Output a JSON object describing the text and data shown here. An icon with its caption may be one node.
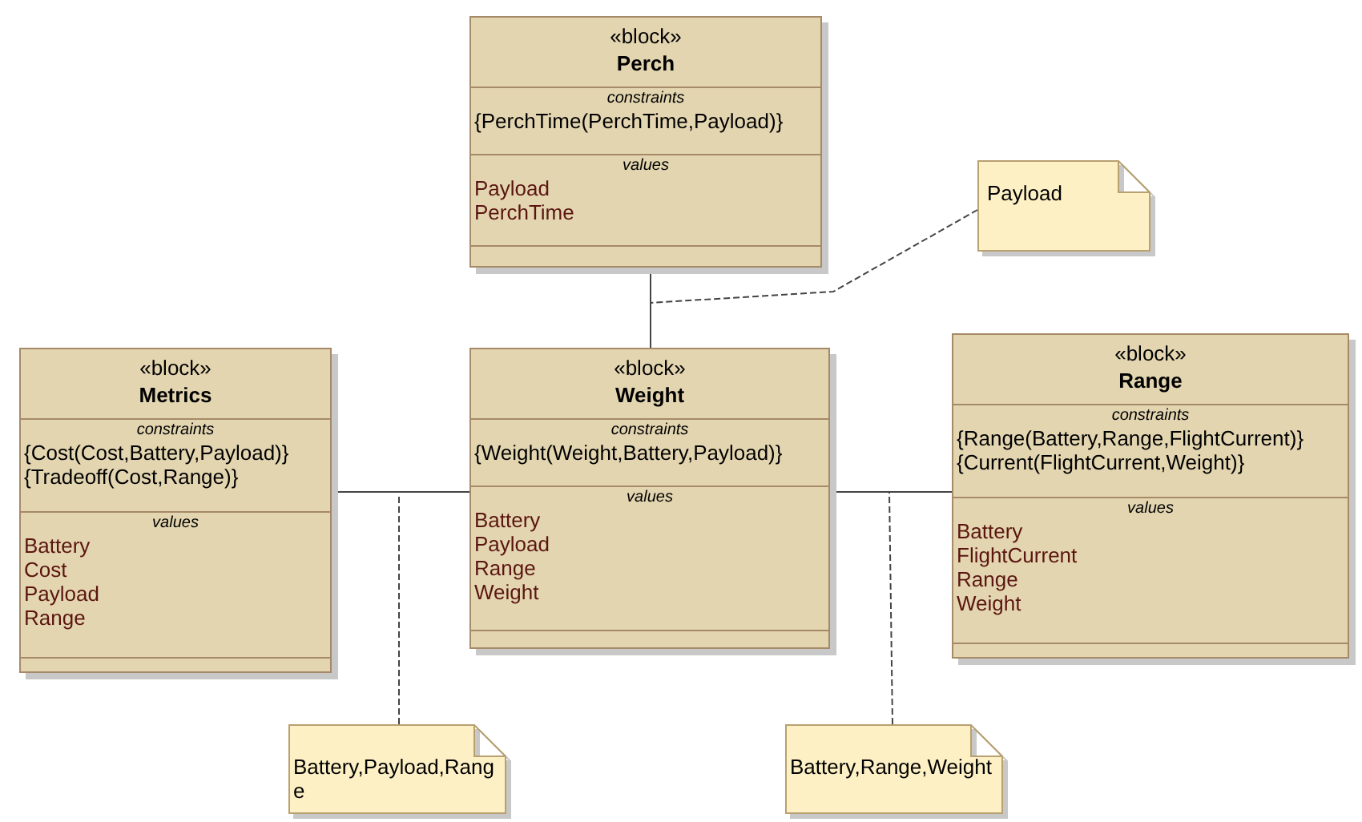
{
  "diagram": {
    "nodes": [
      {
        "text": [
          "«block»",
          "Perch",
          "constraints",
          "{PerchTime(PerchTime,Payload)}",
          "values",
          "Payload",
          "PerchTime"
        ]
      },
      {
        "text": [
          "Payload"
        ]
      },
      {
        "text": [
          "«block»",
          "Metrics",
          "constraints",
          "{Cost(Cost,Battery,Payload)}",
          "{Tradeoff(Cost,Range)}",
          "values",
          "Battery",
          "Cost",
          "Payload",
          "Range"
        ]
      },
      {
        "text": [
          "«block»",
          "Weight",
          "constraints",
          "{Weight(Weight,Battery,Payload)}",
          "values",
          "Battery",
          "Payload",
          "Range",
          "Weight"
        ]
      },
      {
        "text": [
          "«block»",
          "Range",
          "constraints",
          "{Range(Battery,Range,FlightCurrent)}",
          "{Current(FlightCurrent,Weight)}",
          "values",
          "Battery",
          "FlightCurrent",
          "Range",
          "Weight"
        ]
      },
      {
        "text": [
          "Battery,Payload,Range"
        ]
      },
      {
        "text": [
          "Battery,Range,Weight"
        ]
      }
    ],
    "edges": [
      {
        "from": 0,
        "to": 3,
        "arrow": "none"
      },
      {
        "from": 2,
        "to": 3,
        "arrow": "none"
      },
      {
        "from": 3,
        "to": 4,
        "arrow": "none"
      },
      {
        "from": 1,
        "to": null,
        "arrow": "none",
        "style": "dashed"
      },
      {
        "from": 5,
        "to": null,
        "arrow": "none",
        "style": "dashed"
      },
      {
        "from": 6,
        "to": null,
        "arrow": "none",
        "style": "dashed"
      }
    ]
  }
}
